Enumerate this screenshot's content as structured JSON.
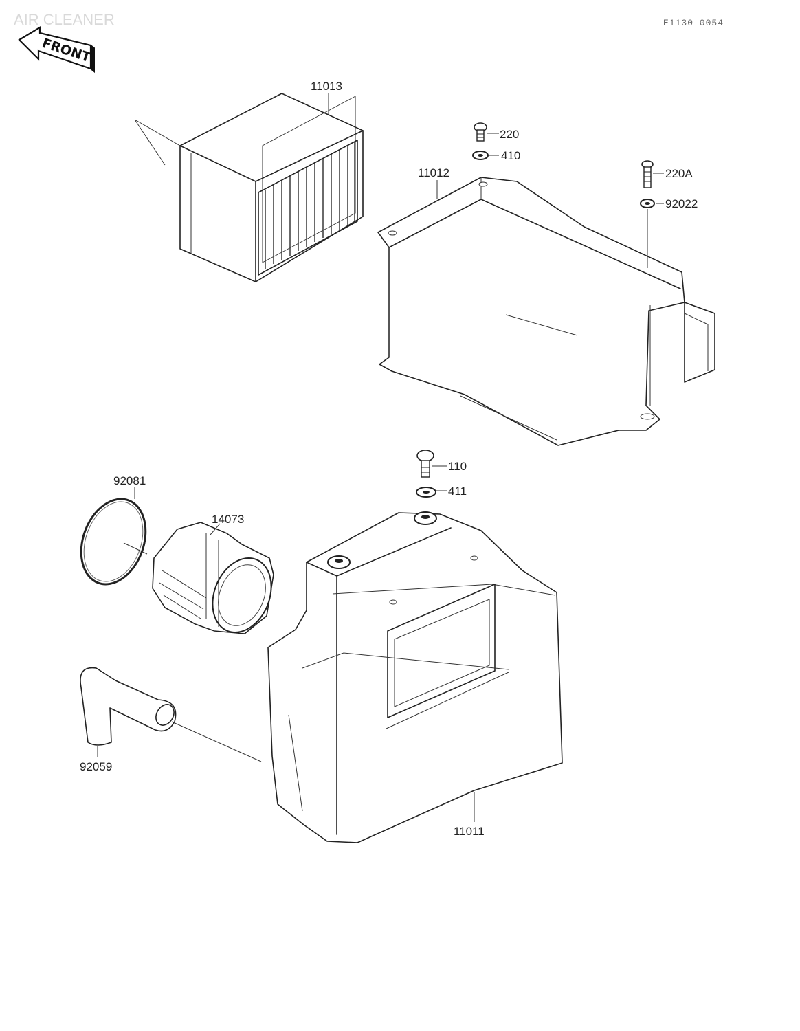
{
  "header": {
    "title": "AIR CLEANER",
    "ref_code": "E1130 0054",
    "front_label": "FRONT"
  },
  "parts": {
    "p11013": "11013",
    "p220": "220",
    "p410": "410",
    "p11012": "11012",
    "p220a": "220A",
    "p92022": "92022",
    "p110": "110",
    "p411": "411",
    "p92081": "92081",
    "p14073": "14073",
    "p92059": "92059",
    "p11011": "11011"
  }
}
